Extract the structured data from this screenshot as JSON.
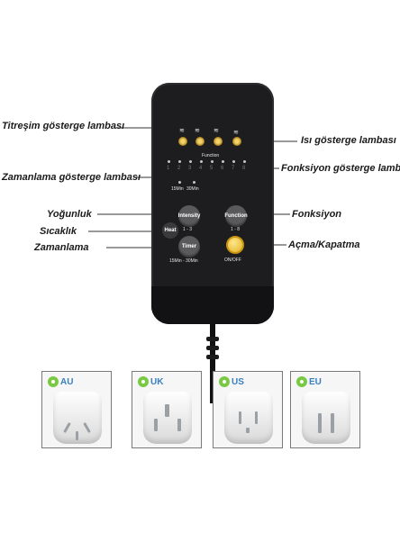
{
  "labels": {
    "vibration_lamp": "Titreşim gösterge lambası",
    "heat_lamp": "Isı gösterge lambası",
    "timer_lamp": "Zamanlama gösterge lambası",
    "function_lamp": "Fonksiyon gösterge lambası",
    "intensity": "Yoğunluk",
    "heat": "Sıcaklık",
    "timer": "Zamanlama",
    "function": "Fonksiyon",
    "power": "Açma/Kapatma"
  },
  "remote": {
    "function_strip": "Function",
    "function_numbers": [
      "1",
      "2",
      "3",
      "4",
      "5",
      "6",
      "7",
      "8"
    ],
    "timer_15": "15Min",
    "timer_30": "30Min",
    "btn_intensity": "Intensity",
    "btn_intensity_range": "1 - 3",
    "btn_heat": "Heat",
    "btn_function": "Function",
    "btn_function_range": "1 - 8",
    "btn_timer": "Timer",
    "btn_timer_range": "15Min - 30Min",
    "btn_power": "ON/OFF"
  },
  "plugs": [
    {
      "code": "AU"
    },
    {
      "code": "UK"
    },
    {
      "code": "US"
    },
    {
      "code": "EU"
    }
  ],
  "colors": {
    "remote_body": "#1d1d1f",
    "lamp": "#f4d26a",
    "power_button": "#e0b021",
    "plug_badge_text": "#3a7fc1",
    "plug_badge_circle": "#7ac943"
  }
}
